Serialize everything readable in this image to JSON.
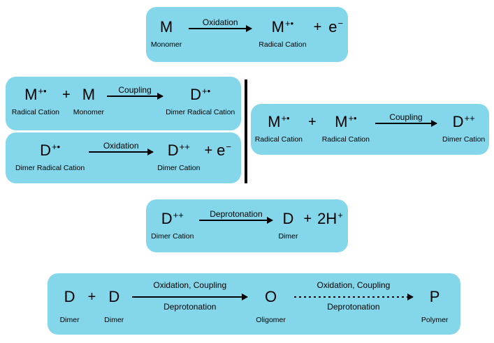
{
  "colors": {
    "box_bg": "#84d7ea",
    "line": "#000000"
  },
  "b1": {
    "t1": {
      "base": "M",
      "label": "Monomer"
    },
    "arrow": "Oxidation",
    "t2": {
      "base": "M",
      "sup": "+•",
      "label": "Radical Cation"
    },
    "plus": "+",
    "t3": {
      "base": "e",
      "sup": "−"
    }
  },
  "b2": {
    "t1": {
      "base": "M",
      "sup": "+•",
      "label": "Radical Cation"
    },
    "plus": "+",
    "t2": {
      "base": "M",
      "label": "Monomer"
    },
    "arrow": "Coupling",
    "t3": {
      "base": "D",
      "sup": "+•",
      "label": "Dimer Radical Cation"
    }
  },
  "b3": {
    "t1": {
      "base": "D",
      "sup": "+•",
      "label": "Dimer Radical Cation"
    },
    "arrow": "Oxidation",
    "t2": {
      "base": "D",
      "sup": "++",
      "label": "Dimer Cation"
    },
    "plus": "+",
    "t3": {
      "base": "e",
      "sup": "−"
    }
  },
  "b4": {
    "t1": {
      "base": "M",
      "sup": "+•",
      "label": "Radical Cation"
    },
    "plus": "+",
    "t2": {
      "base": "M",
      "sup": "+•",
      "label": "Radical Cation"
    },
    "arrow": "Coupling",
    "t3": {
      "base": "D",
      "sup": "++",
      "label": "Dimer Cation"
    }
  },
  "b5": {
    "t1": {
      "base": "D",
      "sup": "++",
      "label": "Dimer Cation"
    },
    "arrow": "Deprotonation",
    "t2": {
      "base": "D",
      "label": "Dimer"
    },
    "plus": "+",
    "t3": {
      "base": "2H",
      "sup": "+"
    }
  },
  "b6": {
    "t1": {
      "base": "D",
      "label": "Dimer"
    },
    "plus": "+",
    "t2": {
      "base": "D",
      "label": "Dimer"
    },
    "arrow1_top": "Oxidation, Coupling",
    "arrow1_bottom": "Deprotonation",
    "t3": {
      "base": "O",
      "label": "Oligomer"
    },
    "arrow2_top": "Oxidation, Coupling",
    "arrow2_bottom": "Deprotonation",
    "t4": {
      "base": "P",
      "label": "Polymer"
    }
  }
}
